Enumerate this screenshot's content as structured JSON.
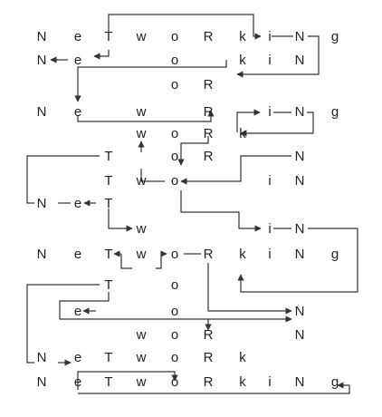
{
  "grid": {
    "rows": [
      [
        "N",
        "e",
        "T",
        "w",
        "o",
        "R",
        "k",
        "i",
        "N",
        "g"
      ],
      [
        "N",
        "e",
        "",
        "",
        "o",
        "",
        "k",
        "i",
        "N",
        ""
      ],
      [
        "",
        "",
        "",
        "",
        "o",
        "R",
        "",
        "",
        "",
        ""
      ],
      [
        "N",
        "e",
        "",
        "w",
        "",
        "R",
        "",
        "i",
        "N",
        "g"
      ],
      [
        "",
        "",
        "",
        "w",
        "o",
        "R",
        "k",
        "",
        "",
        ""
      ],
      [
        "",
        "",
        "T",
        "",
        "o",
        "R",
        "",
        "",
        "N",
        ""
      ],
      [
        "",
        "",
        "T",
        "w",
        "o",
        "",
        "",
        "i",
        "N",
        ""
      ],
      [
        "N",
        "e",
        "T",
        "",
        "",
        "",
        "",
        "",
        "",
        ""
      ],
      [
        "",
        "",
        "",
        "w",
        "",
        "",
        "",
        "i",
        "N",
        ""
      ],
      [
        "N",
        "e",
        "T",
        "w",
        "o",
        "R",
        "k",
        "i",
        "N",
        "g"
      ],
      [
        "",
        "",
        "T",
        "",
        "o",
        "",
        "",
        "",
        "",
        ""
      ],
      [
        "",
        "e",
        "",
        "",
        "o",
        "",
        "",
        "",
        "N",
        ""
      ],
      [
        "",
        "",
        "",
        "w",
        "o",
        "R",
        "",
        "",
        "N",
        ""
      ],
      [
        "N",
        "e",
        "T",
        "w",
        "o",
        "R",
        "k",
        "",
        "",
        ""
      ],
      [
        "N",
        "e",
        "T",
        "w",
        "o",
        "R",
        "k",
        "i",
        "N",
        "g"
      ]
    ]
  },
  "colors": {
    "ink": "#222222",
    "line": "#333333",
    "background": "#ffffff"
  }
}
